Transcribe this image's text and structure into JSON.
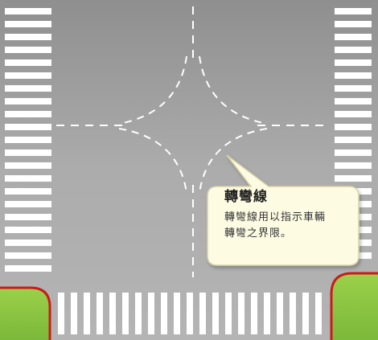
{
  "callout": {
    "title": "轉彎線",
    "body_line1": "轉彎線用以指示車輛",
    "body_line2": "轉彎之界限。"
  },
  "colors": {
    "road": "#a9a9a9",
    "markings": "#ffffff",
    "curb": "#cc1a1a",
    "grass": "#8cc63f",
    "callout_fill": "#fefbe3",
    "callout_border": "#d8d2a8"
  }
}
